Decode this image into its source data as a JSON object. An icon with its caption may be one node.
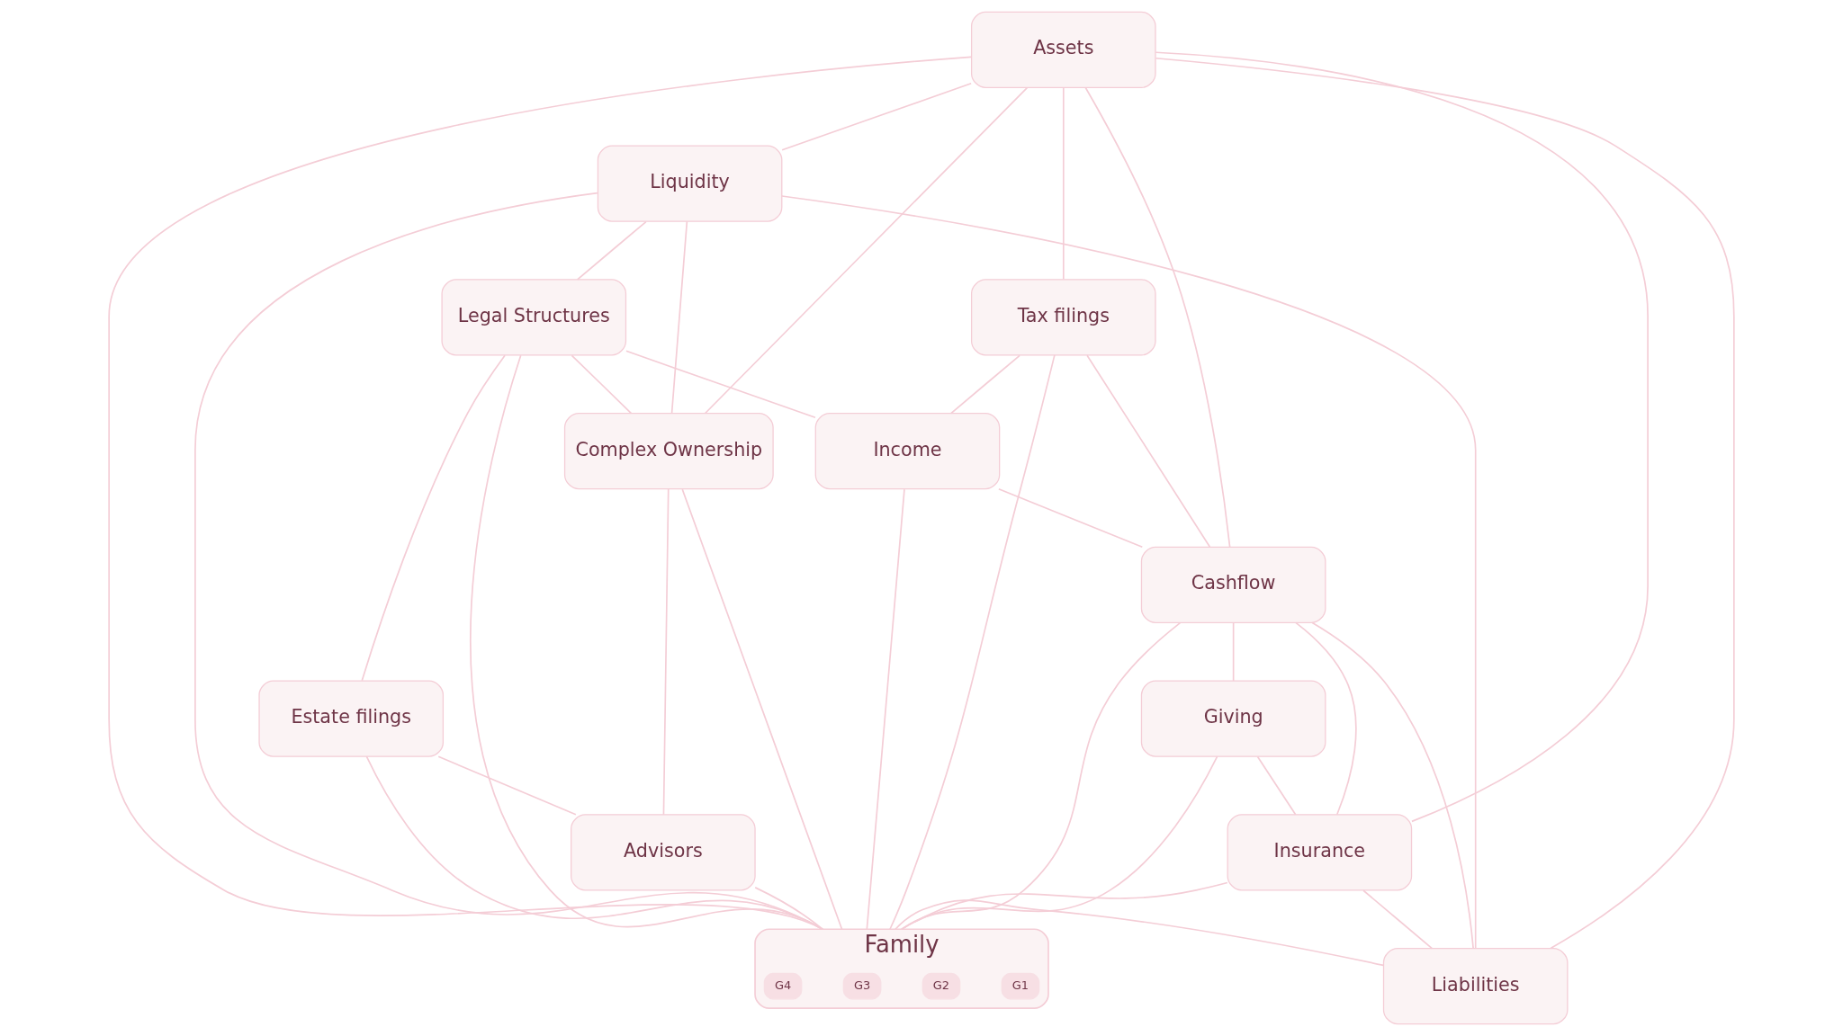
{
  "diagram": {
    "nodes": [
      {
        "text": [
          "Family"
        ]
      },
      {
        "text": [
          "G1"
        ],
        "in": 0
      },
      {
        "text": [
          "G2"
        ],
        "in": 0
      },
      {
        "text": [
          "G3"
        ],
        "in": 0
      },
      {
        "text": [
          "G4"
        ],
        "in": 0
      },
      {
        "text": [
          "Assets"
        ]
      },
      {
        "text": [
          "Liquidity"
        ]
      },
      {
        "text": [
          "Legal Structures"
        ]
      },
      {
        "text": [
          "Complex Ownership"
        ]
      },
      {
        "text": [
          "Tax filings"
        ]
      },
      {
        "text": [
          "Income"
        ]
      },
      {
        "text": [
          "Estate filings"
        ]
      },
      {
        "text": [
          "Advisors"
        ]
      },
      {
        "text": [
          "Cashflow"
        ]
      },
      {
        "text": [
          "Giving"
        ]
      },
      {
        "text": [
          "Insurance"
        ]
      },
      {
        "text": [
          "Liabilities"
        ]
      }
    ],
    "edges": [
      {
        "from": 5,
        "to": 6,
        "arrow": "none"
      },
      {
        "from": 5,
        "to": 8,
        "arrow": "none"
      },
      {
        "from": 5,
        "to": 9,
        "arrow": "none"
      },
      {
        "from": 5,
        "to": 0,
        "arrow": "none"
      },
      {
        "from": 5,
        "to": 13,
        "arrow": "none"
      },
      {
        "from": 5,
        "to": 16,
        "arrow": "none"
      },
      {
        "from": 5,
        "to": 15,
        "arrow": "none"
      },
      {
        "from": 6,
        "to": 7,
        "arrow": "none"
      },
      {
        "from": 6,
        "to": 8,
        "arrow": "none"
      },
      {
        "from": 6,
        "to": 0,
        "arrow": "none"
      },
      {
        "from": 6,
        "to": 16,
        "arrow": "none"
      },
      {
        "from": 7,
        "to": 0,
        "arrow": "none"
      },
      {
        "from": 7,
        "to": 8,
        "arrow": "none"
      },
      {
        "from": 7,
        "to": 10,
        "arrow": "none"
      },
      {
        "from": 7,
        "to": 11,
        "arrow": "none"
      },
      {
        "from": 8,
        "to": 0,
        "arrow": "none"
      },
      {
        "from": 8,
        "to": 12,
        "arrow": "none"
      },
      {
        "from": 9,
        "to": 0,
        "arrow": "none"
      },
      {
        "from": 9,
        "to": 10,
        "arrow": "none"
      },
      {
        "from": 9,
        "to": 13,
        "arrow": "none"
      },
      {
        "from": 10,
        "to": 0,
        "arrow": "none"
      },
      {
        "from": 10,
        "to": 13,
        "arrow": "none"
      },
      {
        "from": 11,
        "to": 0,
        "arrow": "none"
      },
      {
        "from": 11,
        "to": 12,
        "arrow": "none"
      },
      {
        "from": 12,
        "to": 0,
        "arrow": "none"
      },
      {
        "from": 13,
        "to": 0,
        "arrow": "none"
      },
      {
        "from": 13,
        "to": 14,
        "arrow": "none"
      },
      {
        "from": 13,
        "to": 15,
        "arrow": "none"
      },
      {
        "from": 13,
        "to": 16,
        "arrow": "none"
      },
      {
        "from": 14,
        "to": 0,
        "arrow": "none"
      },
      {
        "from": 14,
        "to": 15,
        "arrow": "none"
      },
      {
        "from": 15,
        "to": 0,
        "arrow": "none"
      },
      {
        "from": 15,
        "to": 16,
        "arrow": "none"
      },
      {
        "from": 16,
        "to": 0,
        "arrow": "none"
      }
    ]
  }
}
